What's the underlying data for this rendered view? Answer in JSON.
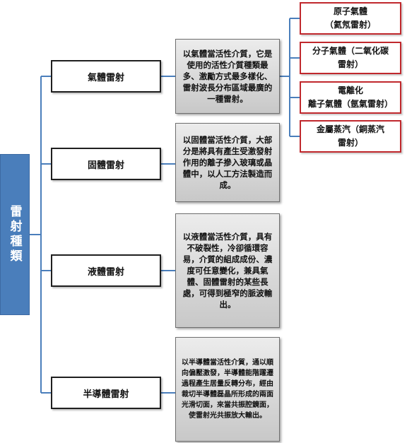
{
  "root": {
    "label": "雷射種類"
  },
  "categories": [
    {
      "label": "氣體雷射",
      "description": "以氣體當活性介質，它是使用的活性介質種類最多、激勵方式最多樣化、雷射波長分布區域最廣的一種雷射。"
    },
    {
      "label": "固體雷射",
      "description": "以固體當活性介質，大部分是將具有產生受激發射作用的離子摻入玻璃或晶體中，以人工方法製造而成。"
    },
    {
      "label": "液體雷射",
      "description": "以液體當活性介質，具有不破裂性，冷卻循環容易，介質的組成成份、濃度可任意變化，兼具氣體、固體雷射的某些長處，可得到極窄的脈波輸出。"
    },
    {
      "label": "半導體雷射",
      "description": "以半導體當活性介質，通以順向偏壓激發，半導體能階躍遷過程產生居量反轉分布，經由裁切半導體磊晶所形成的兩面光滑切面，來當共振腔鏡面，使雷射光共振放大輸出。"
    }
  ],
  "gas_types": [
    {
      "line1": "原子氣體",
      "line2": "（氦氖雷射）"
    },
    {
      "line1": "分子氣體（二氧化碳",
      "line2": "雷射）"
    },
    {
      "line1": "電離化",
      "line2": "離子氣體（氬氣雷射）"
    },
    {
      "line1": "金屬蒸汽（銅蒸汽",
      "line2": "雷射）"
    }
  ],
  "colors": {
    "root_fill": "#4a7ebb",
    "connector": "#4a7ebb",
    "sub_border": "#c0282d"
  }
}
